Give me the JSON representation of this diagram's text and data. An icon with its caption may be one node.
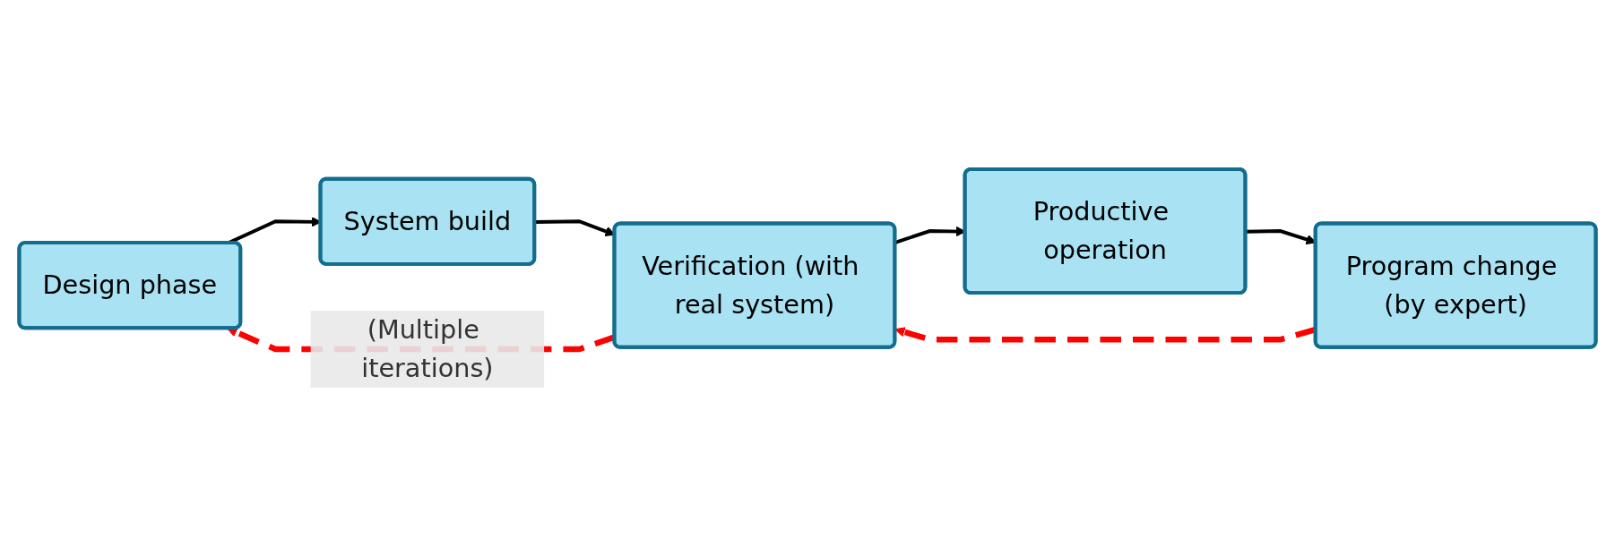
{
  "diagram": {
    "nodes": [
      {
        "text": [
          "Design phase"
        ]
      },
      {
        "text": [
          "System build"
        ]
      },
      {
        "text": [
          "Verification (with real system)"
        ]
      },
      {
        "text": [
          "Productive operation"
        ]
      },
      {
        "text": [
          "Program change (by expert)"
        ]
      }
    ],
    "edges": [
      {
        "from": 0,
        "to": 1,
        "arrow": "to"
      },
      {
        "from": 1,
        "to": 2,
        "arrow": "to"
      },
      {
        "from": 2,
        "to": 3,
        "arrow": "to"
      },
      {
        "from": 3,
        "to": 4,
        "arrow": "to"
      },
      {
        "from": 4,
        "to": 2,
        "arrow": "to",
        "style": "dashed",
        "color": "#ff0000"
      },
      {
        "from": 2,
        "to": 0,
        "arrow": "to",
        "style": "dashed",
        "color": "#ff0000",
        "label": "(Multiple iterations)"
      }
    ]
  }
}
